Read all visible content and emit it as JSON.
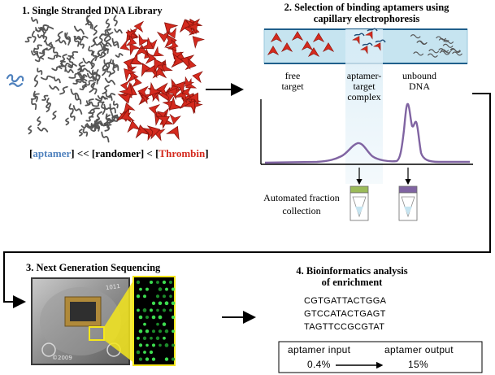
{
  "step1": {
    "title": "1. Single Stranded DNA Library",
    "formula": {
      "open1": "[",
      "aptamer": "aptamer",
      "mid1": "] << [randomer] < [",
      "thrombin": "Thrombin",
      "close": "]"
    }
  },
  "step2": {
    "title_line1": "2. Selection of binding aptamers using",
    "title_line2": "capillary electrophoresis",
    "label_free_1": "free",
    "label_free_2": "target",
    "label_complex_1": "aptamer-",
    "label_complex_2": "target",
    "label_complex_3": "complex",
    "label_unbound_1": "unbound",
    "label_unbound_2": "DNA",
    "fraction_1": "Automated fraction",
    "fraction_2": "collection"
  },
  "step3": {
    "title": "3. Next Generation Sequencing",
    "chip_marks": [
      "1011",
      "©2009"
    ]
  },
  "step4": {
    "title_line1": "4. Bioinformatics analysis",
    "title_line2": "of enrichment",
    "sequences": [
      "CGTGATTACTGGA",
      "GTCCATACTGAGT",
      "TAGTTCCGCGTAT"
    ],
    "input_label": "aptamer input",
    "output_label": "aptamer output",
    "input_value": "0.4%",
    "output_value": "15%"
  },
  "colors": {
    "aptamer_blue": "#4f81bd",
    "thrombin_red": "#d42a1e",
    "purple_trace": "#8064a2",
    "capillary_fill": "#c6e4f0",
    "chip_green": "#3ddc4f",
    "highlight_yellow": "#f5e61c"
  }
}
